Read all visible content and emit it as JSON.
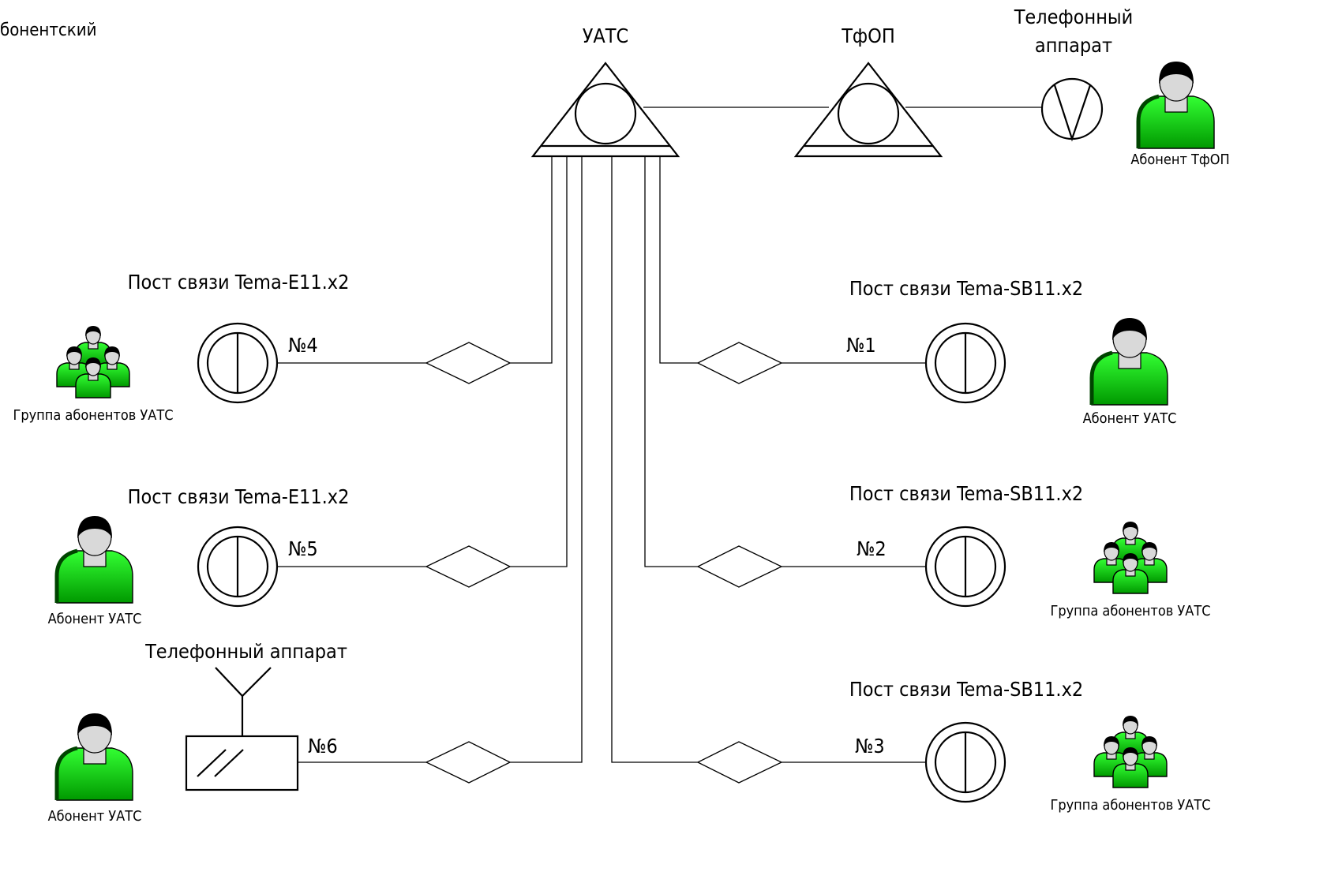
{
  "colors": {
    "line": "#000000",
    "person_body_light": "#33ff33",
    "person_body_dark": "#009900",
    "person_face": "#d9d9d9"
  },
  "labels": {
    "top_left_fragment": "бонентский",
    "uats": "УАТС",
    "tfop": "ТфОП",
    "phone_top_line1": "Телефонный",
    "phone_top_line2": "аппарат",
    "abonent_tfop": "Абонент ТфОП",
    "phone_bottom": "Телефонный аппарат"
  },
  "left_posts": [
    {
      "title": "Пост связи Tema-E11.x2",
      "number": "№4",
      "subscriber": "Группа абонентов УАТС",
      "subscriber_icon": "person-group-icon"
    },
    {
      "title": "Пост связи Tema-E11.x2",
      "number": "№5",
      "subscriber": "Абонент УАТС",
      "subscriber_icon": "person-icon"
    }
  ],
  "phone_post": {
    "number": "№6",
    "subscriber": "Абонент УАТС",
    "subscriber_icon": "person-icon"
  },
  "right_posts": [
    {
      "title": "Пост связи Tema-SB11.x2",
      "number": "№1",
      "subscriber": "Абонент УАТС",
      "subscriber_icon": "person-icon"
    },
    {
      "title": "Пост связи Tema-SB11.x2",
      "number": "№2",
      "subscriber": "Группа абонентов УАТС",
      "subscriber_icon": "person-group-icon"
    },
    {
      "title": "Пост связи Tema-SB11.x2",
      "number": "№3",
      "subscriber": "Группа абонентов УАТС",
      "subscriber_icon": "person-group-icon"
    }
  ]
}
